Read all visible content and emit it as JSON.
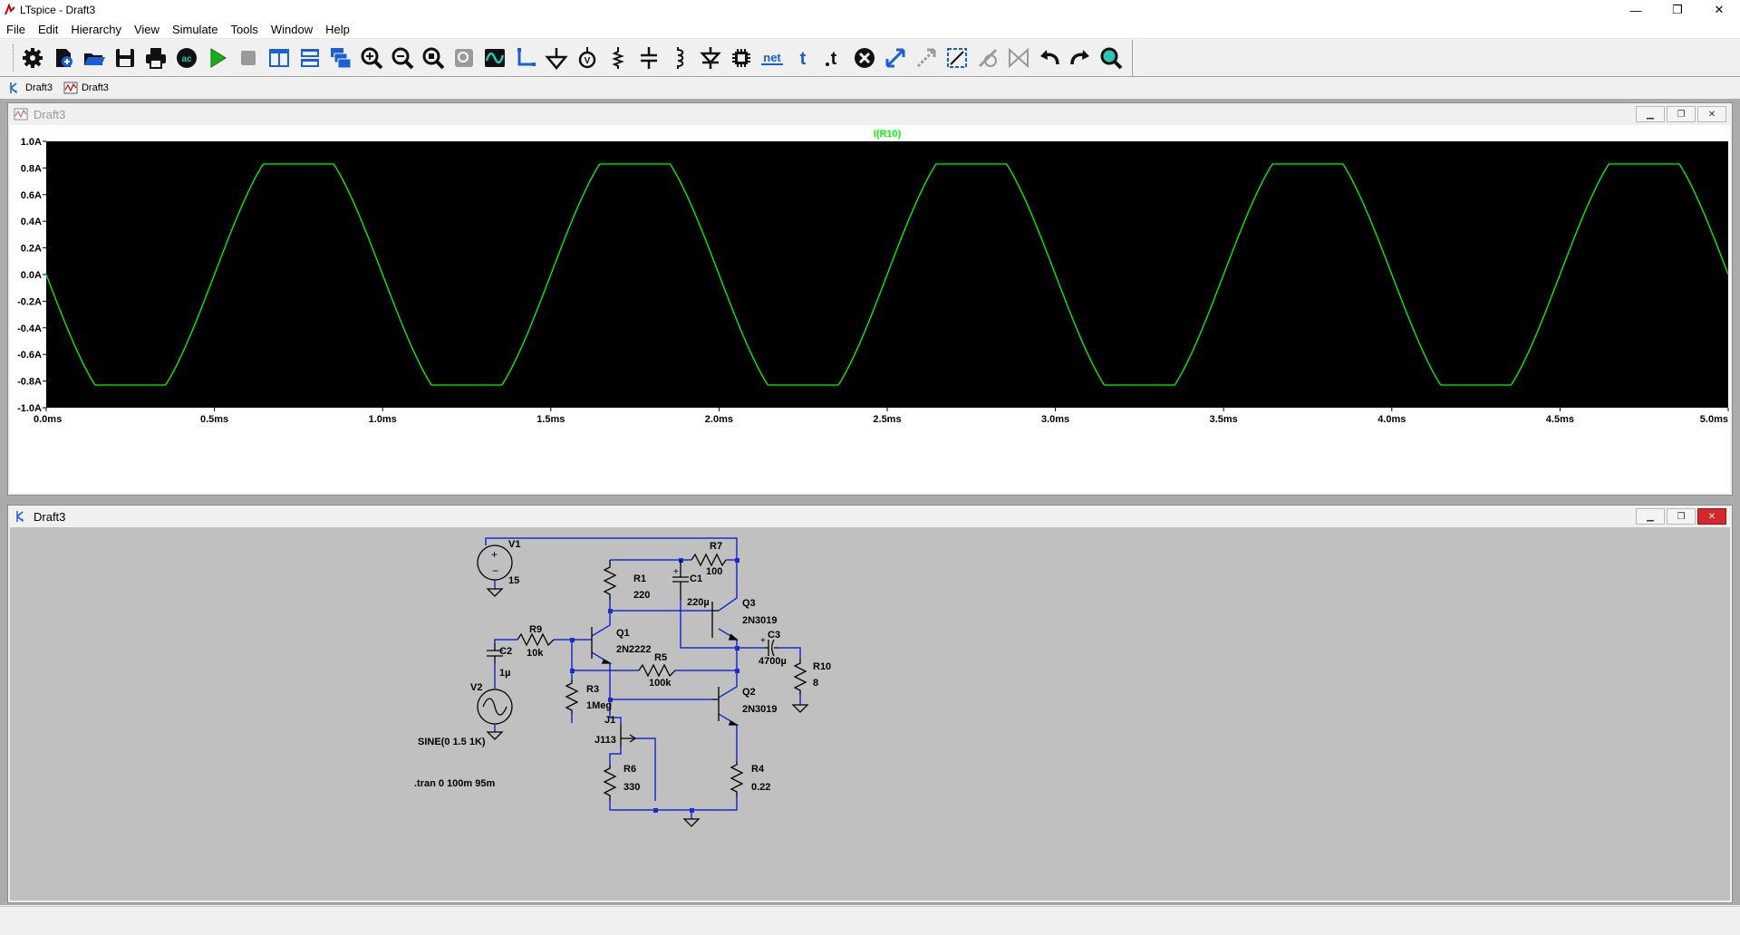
{
  "window": {
    "title": "LTspice - Draft3",
    "minimize": "—",
    "restore": "❐",
    "close": "✕"
  },
  "menu": [
    "File",
    "Edit",
    "Hierarchy",
    "View",
    "Simulate",
    "Tools",
    "Window",
    "Help"
  ],
  "toolbar": {
    "icons": [
      "gear-icon",
      "new-schematic-icon",
      "open-icon",
      "save-icon",
      "print-icon",
      "ac-icon",
      "run-icon",
      "halt-icon",
      "tile-vertical-icon",
      "tile-horizontal-icon",
      "cascade-icon",
      "zoom-in-icon",
      "zoom-out-icon",
      "zoom-fit-icon",
      "zoom-cancel-icon",
      "waveform-icon",
      "wire-icon",
      "ground-icon",
      "label-icon",
      "resistor-icon",
      "capacitor-icon",
      "inductor-icon",
      "diode-icon",
      "component-icon",
      "net-icon",
      "text-icon",
      "spice-directive-icon",
      "delete-icon",
      "move-icon",
      "drag-icon",
      "rotate-icon",
      "mirror-icon",
      "flip-icon",
      "undo-icon",
      "redo-icon",
      "find-icon"
    ],
    "net_label": "net",
    "text_label": "t"
  },
  "tabs": [
    {
      "label": "Draft3",
      "icon": "schematic-icon"
    },
    {
      "label": "Draft3",
      "icon": "waveform-icon"
    }
  ],
  "waveform_window": {
    "title": "Draft3",
    "trace_name": "I(R10)",
    "trace_color": "#00ff00",
    "bg_color": "#000000"
  },
  "chart_data": {
    "type": "line",
    "title": "I(R10)",
    "xlabel": "",
    "ylabel": "",
    "xlim": [
      0,
      5
    ],
    "ylim": [
      -1.0,
      1.0
    ],
    "x_ticks": [
      "0.0ms",
      "0.5ms",
      "1.0ms",
      "1.5ms",
      "2.0ms",
      "2.5ms",
      "3.0ms",
      "3.5ms",
      "4.0ms",
      "4.5ms",
      "5.0ms"
    ],
    "y_ticks": [
      "1.0A",
      "0.8A",
      "0.6A",
      "0.4A",
      "0.2A",
      "0.0A",
      "-0.2A",
      "-0.4A",
      "-0.6A",
      "-0.8A",
      "-1.0A"
    ],
    "series": [
      {
        "name": "I(R10)",
        "clip_level": 0.83,
        "amplitude": 1.05,
        "frequency_khz": 1,
        "phase": "inverted-sine",
        "x_unit": "ms",
        "y_unit": "A"
      }
    ]
  },
  "schematic_window": {
    "title": "Draft3",
    "components": {
      "V1": {
        "name": "V1",
        "value": "15"
      },
      "V2": {
        "name": "V2",
        "value": "SINE(0 1.5 1K)"
      },
      "R1": {
        "name": "R1",
        "value": "220"
      },
      "R3": {
        "name": "R3",
        "value": "1Meg"
      },
      "R4": {
        "name": "R4",
        "value": "0.22"
      },
      "R5": {
        "name": "R5",
        "value": "100k"
      },
      "R6": {
        "name": "R6",
        "value": "330"
      },
      "R7": {
        "name": "R7",
        "value": "100"
      },
      "R9": {
        "name": "R9",
        "value": "10k"
      },
      "R10": {
        "name": "R10",
        "value": "8"
      },
      "C1": {
        "name": "C1",
        "value": "220µ"
      },
      "C2": {
        "name": "C2",
        "value": "1µ"
      },
      "C3": {
        "name": "C3",
        "value": "4700µ"
      },
      "Q1": {
        "name": "Q1",
        "value": "2N2222"
      },
      "Q2": {
        "name": "Q2",
        "value": "2N3019"
      },
      "Q3": {
        "name": "Q3",
        "value": "2N3019"
      },
      "J1": {
        "name": "J1",
        "value": "J113"
      }
    },
    "directive": ".tran 0 100m 95m"
  }
}
